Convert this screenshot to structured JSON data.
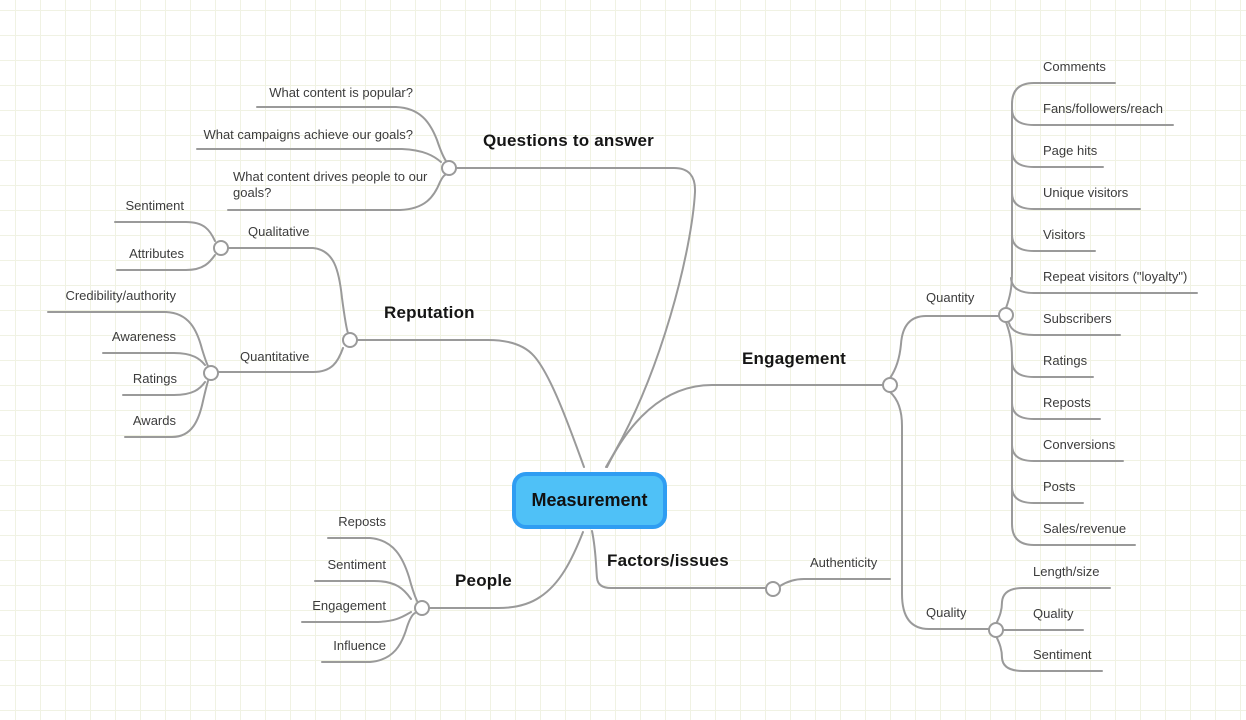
{
  "mindmap": {
    "root": {
      "label": "Measurement"
    },
    "branches": [
      {
        "label": "Questions to answer",
        "children": [
          {
            "label": "What content is popular?"
          },
          {
            "label": "What campaigns achieve our goals?"
          },
          {
            "label": "What content drives people to our goals?"
          }
        ]
      },
      {
        "label": "Reputation",
        "children": [
          {
            "label": "Qualitative",
            "children": [
              {
                "label": "Sentiment"
              },
              {
                "label": "Attributes"
              }
            ]
          },
          {
            "label": "Quantitative",
            "children": [
              {
                "label": "Credibility/authority"
              },
              {
                "label": "Awareness"
              },
              {
                "label": "Ratings"
              },
              {
                "label": "Awards"
              }
            ]
          }
        ]
      },
      {
        "label": "Engagement",
        "children": [
          {
            "label": "Quantity",
            "children": [
              {
                "label": "Comments"
              },
              {
                "label": "Fans/followers/reach"
              },
              {
                "label": "Page hits"
              },
              {
                "label": "Unique visitors"
              },
              {
                "label": "Visitors"
              },
              {
                "label": "Repeat visitors (\"loyalty\")"
              },
              {
                "label": "Subscribers"
              },
              {
                "label": "Ratings"
              },
              {
                "label": "Reposts"
              },
              {
                "label": "Conversions"
              },
              {
                "label": "Posts"
              },
              {
                "label": "Sales/revenue"
              }
            ]
          },
          {
            "label": "Quality",
            "children": [
              {
                "label": "Length/size"
              },
              {
                "label": "Quality"
              },
              {
                "label": "Sentiment"
              }
            ]
          }
        ]
      },
      {
        "label": "Factors/issues",
        "children": [
          {
            "label": "Authenticity"
          }
        ]
      },
      {
        "label": "People",
        "children": [
          {
            "label": "Reposts"
          },
          {
            "label": "Sentiment"
          },
          {
            "label": "Engagement"
          },
          {
            "label": "Influence"
          }
        ]
      }
    ],
    "colors": {
      "root_fill": "#4fc1f7",
      "root_border": "#2f9df2",
      "connector": "#9a9a9a",
      "grid_line": "#f0f2e3",
      "background": "#ffffff",
      "text": "#3c3c3c",
      "heading_text": "#151515"
    }
  }
}
